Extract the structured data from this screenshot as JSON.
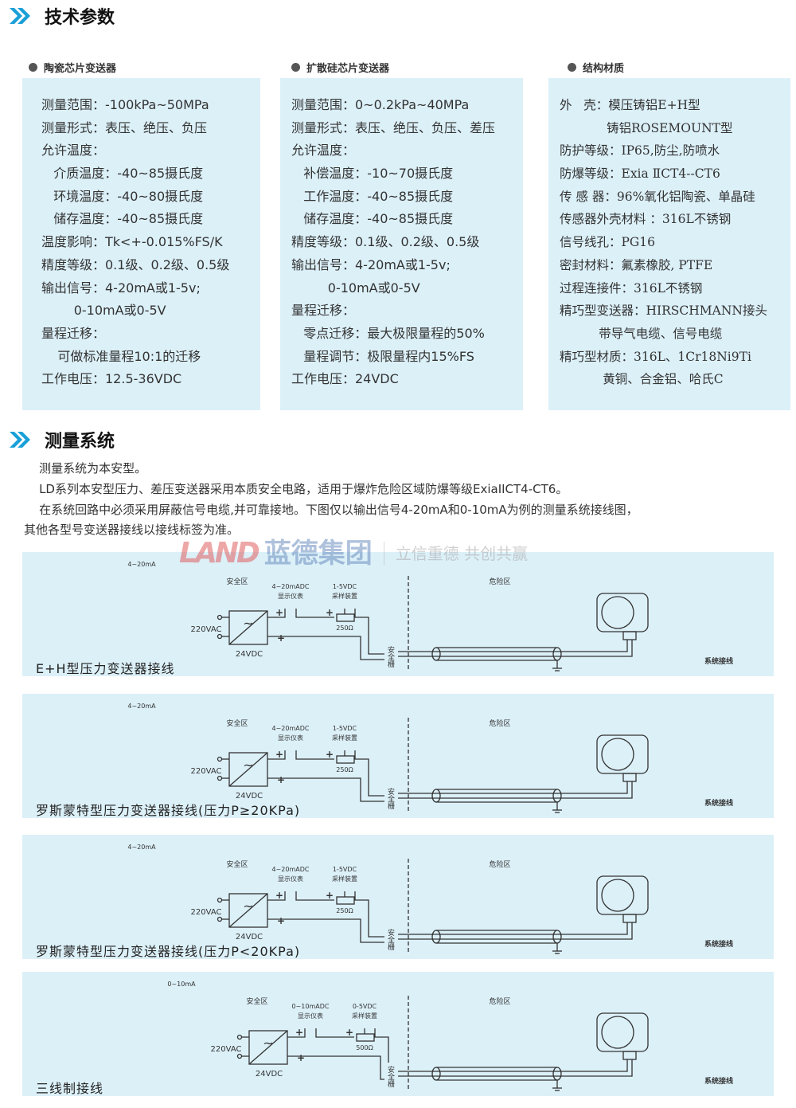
{
  "section1": {
    "title": "技术参数"
  },
  "boxes": [
    {
      "heading": "陶瓷芯片变送器",
      "lines": [
        "测量范围：-100kPa~50MPa",
        "测量形式：表压、绝压、负压",
        "允许温度：",
        "   介质温度：-40~85摄氏度",
        "   环境温度：-40~80摄氏度",
        "   储存温度：-40~85摄氏度",
        "温度影响：Tk<+-0.015%FS/K",
        "精度等级：0.1级、0.2级、0.5级",
        "输出信号：4-20mA或1-5v;",
        "        0-10mA或0-5V",
        "量程迁移：",
        "    可做标准量程10:1的迁移",
        "工作电压：12.5-36VDC"
      ]
    },
    {
      "heading": "扩散硅芯片变送器",
      "lines": [
        "测量范围：0~0.2kPa~40MPa",
        "测量形式：表压、绝压、负压、差压",
        "允许温度：",
        "   补偿温度：-10~70摄氏度",
        "   工作温度：-40~85摄氏度",
        "   储存温度：-40~85摄氏度",
        "精度等级：0.1级、0.2级、0.5级",
        "输出信号：4-20mA或1-5v;",
        "         0-10mA或0-5V",
        "量程迁移：",
        "   零点迁移：最大极限量程的50%",
        "   量程调节：极限量程内15%FS",
        "工作电压：24VDC"
      ]
    },
    {
      "heading": "结构材质",
      "lines": [
        "外   壳：模压铸铝E+H型",
        "            铸铝ROSEMOUNT型",
        "防护等级：IP65,防尘,防喷水",
        "防爆等级：Exia ⅡCT4--CT6",
        "传 感 器：96%氧化铝陶瓷、单晶硅",
        "传感器外壳材料 ：316L不锈钢",
        "信号线孔：PG16",
        "密封材料：氟素橡胶, PTFE",
        "过程连接件：316L不锈钢",
        "精巧型变送器：HIRSCHMANN接头",
        "          带导气电缆、信号电缆",
        "精巧型材质：316L、1Cr18Ni9Ti",
        "           黄铜、合金铝、哈氏C"
      ]
    }
  ],
  "section2": {
    "title": "测量系统",
    "paragraphs": [
      "    测量系统为本安型。",
      "    LD系列本安型压力、差压变送器采用本质安全电路，适用于爆炸危险区域防爆等级ExiaIICT4-CT6。",
      "    在系统回路中必须采用屏蔽信号电缆,并可靠接地。下图仅以输出信号4-20mA和0-10mA为例的测量系统接线图，",
      "其他各型号变送器接线以接线标签为准。"
    ]
  },
  "watermark": {
    "logo": "LAND",
    "name": "蓝德集团",
    "slogan": "立信重德 共创共赢"
  },
  "diagrams": [
    {
      "caption": "E+H型压力变送器接线",
      "signal": "4~20mA",
      "safe_zone": "安全区",
      "danger_zone": "危险区",
      "meter": [
        "4~20mADC",
        "显示仪表"
      ],
      "sampler": [
        "1-5VDC",
        "采样装置"
      ],
      "resistor": "250Ω",
      "supply_in": "220VAC",
      "supply_out": "24VDC",
      "barrier": "安全栅",
      "tag": "系统接线",
      "three_wire": false
    },
    {
      "caption": "罗斯蒙特型压力变送器接线(压力P≥20KPa)",
      "signal": "4~20mA",
      "safe_zone": "安全区",
      "danger_zone": "危险区",
      "meter": [
        "4~20mADC",
        "显示仪表"
      ],
      "sampler": [
        "1-5VDC",
        "采样装置"
      ],
      "resistor": "250Ω",
      "supply_in": "220VAC",
      "supply_out": "24VDC",
      "barrier": "安全栅",
      "tag": "系统接线",
      "three_wire": false
    },
    {
      "caption": "罗斯蒙特型压力变送器接线(压力P<20KPa)",
      "signal": "4~20mA",
      "safe_zone": "安全区",
      "danger_zone": "危险区",
      "meter": [
        "4~20mADC",
        "显示仪表"
      ],
      "sampler": [
        "1-5VDC",
        "采样装置"
      ],
      "resistor": "250Ω",
      "supply_in": "220VAC",
      "supply_out": "24VDC",
      "barrier": "安全栅",
      "tag": "系统接线",
      "three_wire": false
    },
    {
      "caption": "三线制接线",
      "signal": "0~10mA",
      "safe_zone": "安全区",
      "danger_zone": "危险区",
      "meter": [
        "0~10mADC",
        "显示仪表"
      ],
      "sampler": [
        "0-5VDC",
        "采样装置"
      ],
      "resistor": "500Ω",
      "supply_in": "220VAC",
      "supply_out": "24VDC",
      "barrier": "安全栅",
      "tag": "系统接线",
      "three_wire": true
    }
  ],
  "colors": {
    "accent": "#1aa0d8",
    "panel_bg": "#dcf0f8"
  }
}
